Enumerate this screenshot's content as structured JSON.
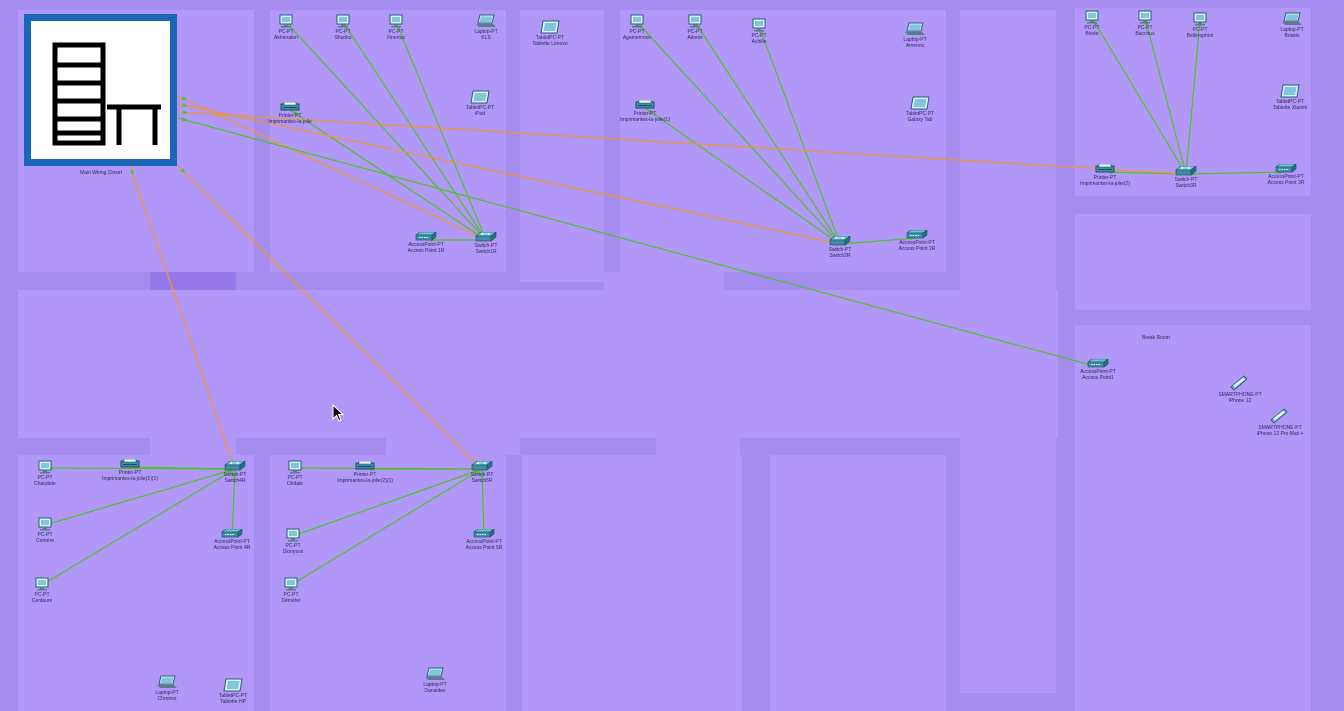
{
  "closet": {
    "label": "Main Wiring Closet"
  },
  "rooms": {
    "break_room": "Break Room"
  },
  "colors": {
    "background": "#a58df0",
    "room": "#b197f7",
    "wall": "#9579e8",
    "link_green": "#4fc02a",
    "link_orange": "#f0962e",
    "closet_frame": "#1a67b8"
  },
  "devices": {
    "akhenaton": {
      "type": "PC-PT",
      "name": "Akhenaton",
      "icon": "pc-icon"
    },
    "shuriko": {
      "type": "PC-PT",
      "name": "Shuriko",
      "icon": "pc-icon"
    },
    "finerius": {
      "type": "PC-PT",
      "name": "Finerius",
      "icon": "pc-icon"
    },
    "kls": {
      "type": "Laptop-PT",
      "name": "KLS",
      "icon": "laptop-icon"
    },
    "tablette_lenovo": {
      "type": "TabletPC-PT",
      "name": "Tablette Lenovo",
      "icon": "tablet-icon"
    },
    "ipad": {
      "type": "TabletPC-PT",
      "name": "iPad",
      "icon": "tablet-icon"
    },
    "imprimantes_la_jolie": {
      "type": "Printer-PT",
      "name": "Imprimantes-la-jolie",
      "icon": "printer-icon"
    },
    "ap1r": {
      "type": "AccessPoint-PT",
      "name": "Access Point 1R",
      "icon": "access-point-icon"
    },
    "switch1r": {
      "type": "Switch-PT",
      "name": "Switch1R",
      "icon": "switch-icon"
    },
    "agamemnon": {
      "type": "PC-PT",
      "name": "Agamemnon",
      "icon": "pc-icon"
    },
    "adonis": {
      "type": "PC-PT",
      "name": "Adonis",
      "icon": "pc-icon"
    },
    "achille": {
      "type": "PC-PT",
      "name": "Achille",
      "icon": "pc-icon"
    },
    "amenos": {
      "type": "Laptop-PT",
      "name": "Amenos",
      "icon": "laptop-icon"
    },
    "galaxy_tab": {
      "type": "TabletPC-PT",
      "name": "Galaxy Tab",
      "icon": "tablet-icon"
    },
    "imprimantes_la_jolie_1": {
      "type": "Printer-PT",
      "name": "Imprimantes-la-jolie(1)",
      "icon": "printer-icon"
    },
    "switch2r": {
      "type": "Switch-PT",
      "name": "Switch2R",
      "icon": "switch-icon"
    },
    "ap2r": {
      "type": "AccessPoint-PT",
      "name": "Access Point 2R",
      "icon": "access-point-icon"
    },
    "borée": {
      "type": "PC-PT",
      "name": "Borée",
      "icon": "pc-icon"
    },
    "bacchus": {
      "type": "PC-PT",
      "name": "Bacchus",
      "icon": "pc-icon"
    },
    "bellerophon": {
      "type": "PC-PT",
      "name": "Bellérophon",
      "icon": "pc-icon"
    },
    "briséis": {
      "type": "Laptop-PT",
      "name": "Briséis",
      "icon": "laptop-icon"
    },
    "tablette_xiaomi": {
      "type": "TabletPC-PT",
      "name": "Tablette Xiaomi",
      "icon": "tablet-icon"
    },
    "imprimantes_la_jolie_2": {
      "type": "Printer-PT",
      "name": "Imprimantes-la-jolie(2)",
      "icon": "printer-icon"
    },
    "switch3r": {
      "type": "Switch-PT",
      "name": "Switch3R",
      "icon": "switch-icon"
    },
    "ap3r": {
      "type": "AccessPoint-PT",
      "name": "Access Point 3R",
      "icon": "access-point-icon"
    },
    "ap1": {
      "type": "AccessPoint-PT",
      "name": "Access Point1",
      "icon": "access-point-icon"
    },
    "iphone12": {
      "type": "SMARTPHONE-PT",
      "name": "iPhone 12",
      "icon": "smartphone-icon"
    },
    "iphone12promax": {
      "type": "SMARTPHONE-PT",
      "name": "iPhone 12 Pro Max +",
      "icon": "smartphone-icon"
    },
    "charybde": {
      "type": "PC-PT",
      "name": "Charybde",
      "icon": "pc-icon"
    },
    "imprimantes_la_jolie_1_1": {
      "type": "Printer-PT",
      "name": "Imprimantes-la-jolie(1)(1)",
      "icon": "printer-icon"
    },
    "switch4r": {
      "type": "Switch-PT",
      "name": "Switch4R",
      "icon": "switch-icon"
    },
    "cerbere": {
      "type": "PC-PT",
      "name": "Cerbère",
      "icon": "pc-icon"
    },
    "ap4r": {
      "type": "AccessPoint-PT",
      "name": "Access Point 4R",
      "icon": "access-point-icon"
    },
    "centaure": {
      "type": "PC-PT",
      "name": "Centaure",
      "icon": "pc-icon"
    },
    "chronos": {
      "type": "Laptop-PT",
      "name": "Chronos",
      "icon": "laptop-icon"
    },
    "tablette_hp": {
      "type": "TabletPC-PT",
      "name": "Tablette HP",
      "icon": "tablet-icon"
    },
    "dedale": {
      "type": "PC-PT",
      "name": "Dédale",
      "icon": "pc-icon"
    },
    "imprimantes_la_jolie_2_1": {
      "type": "Printer-PT",
      "name": "Imprimantes-la-jolie(2)(1)",
      "icon": "printer-icon"
    },
    "switch5r": {
      "type": "Switch-PT",
      "name": "Switch5R",
      "icon": "switch-icon"
    },
    "dionysos": {
      "type": "PC-PT",
      "name": "Dionysos",
      "icon": "pc-icon"
    },
    "ap5r": {
      "type": "AccessPoint-PT",
      "name": "Access Point 5R",
      "icon": "access-point-icon"
    },
    "demeter": {
      "type": "PC-PT",
      "name": "Déméter",
      "icon": "pc-icon"
    },
    "danaides": {
      "type": "Laptop-PT",
      "name": "Danaides",
      "icon": "laptop-icon"
    }
  },
  "links": [
    {
      "from": "akhenaton",
      "to": "switch1r",
      "color": "green"
    },
    {
      "from": "shuriko",
      "to": "switch1r",
      "color": "green"
    },
    {
      "from": "finerius",
      "to": "switch1r",
      "color": "green"
    },
    {
      "from": "imprimantes_la_jolie",
      "to": "switch1r",
      "color": "green"
    },
    {
      "from": "ap1r",
      "to": "switch1r",
      "color": "green"
    },
    {
      "from": "agamemnon",
      "to": "switch2r",
      "color": "green"
    },
    {
      "from": "adonis",
      "to": "switch2r",
      "color": "green"
    },
    {
      "from": "achille",
      "to": "switch2r",
      "color": "green"
    },
    {
      "from": "imprimantes_la_jolie_1",
      "to": "switch2r",
      "color": "green"
    },
    {
      "from": "ap2r",
      "to": "switch2r",
      "color": "green"
    },
    {
      "from": "borée",
      "to": "switch3r",
      "color": "green"
    },
    {
      "from": "bacchus",
      "to": "switch3r",
      "color": "green"
    },
    {
      "from": "bellerophon",
      "to": "switch3r",
      "color": "green"
    },
    {
      "from": "imprimantes_la_jolie_2",
      "to": "switch3r",
      "color": "green"
    },
    {
      "from": "ap3r",
      "to": "switch3r",
      "color": "green"
    },
    {
      "from": "charybde",
      "to": "switch4r",
      "color": "green"
    },
    {
      "from": "imprimantes_la_jolie_1_1",
      "to": "switch4r",
      "color": "green"
    },
    {
      "from": "cerbere",
      "to": "switch4r",
      "color": "green"
    },
    {
      "from": "centaure",
      "to": "switch4r",
      "color": "green"
    },
    {
      "from": "ap4r",
      "to": "switch4r",
      "color": "green"
    },
    {
      "from": "dedale",
      "to": "switch5r",
      "color": "green"
    },
    {
      "from": "imprimantes_la_jolie_2_1",
      "to": "switch5r",
      "color": "green"
    },
    {
      "from": "dionysos",
      "to": "switch5r",
      "color": "green"
    },
    {
      "from": "demeter",
      "to": "switch5r",
      "color": "green"
    },
    {
      "from": "ap5r",
      "to": "switch5r",
      "color": "green"
    },
    {
      "from": "closet",
      "to": "switch1r",
      "color": "orange"
    },
    {
      "from": "closet",
      "to": "switch2r",
      "color": "orange"
    },
    {
      "from": "closet",
      "to": "switch3r",
      "color": "orange"
    },
    {
      "from": "closet",
      "to": "switch4r",
      "color": "orange"
    },
    {
      "from": "closet",
      "to": "switch5r",
      "color": "orange"
    },
    {
      "from": "closet",
      "to": "ap1",
      "color": "green"
    }
  ]
}
